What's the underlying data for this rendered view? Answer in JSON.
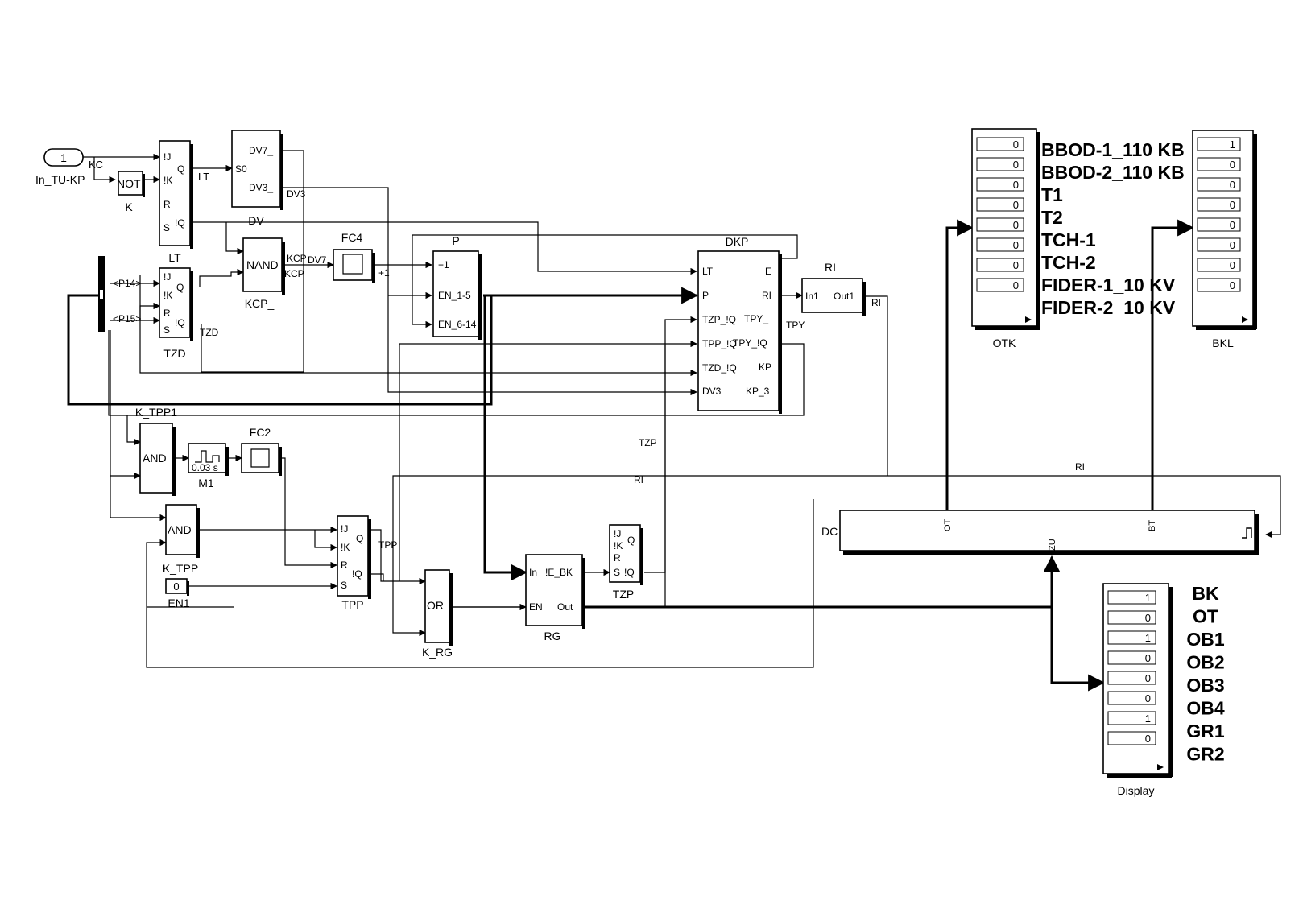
{
  "inport": {
    "number": "1",
    "label": "In_TU-KP"
  },
  "blocks": {
    "not": {
      "text": "NOT",
      "label": "K"
    },
    "lt": {
      "label": "LT",
      "ports_in": [
        "!J",
        "!K",
        "R",
        "S"
      ],
      "ports_out": [
        "Q",
        "!Q"
      ]
    },
    "tzd": {
      "label": "TZD",
      "ports_in": [
        "!J",
        "!K",
        "R",
        "S"
      ],
      "ports_out": [
        "Q",
        "!Q"
      ]
    },
    "dv": {
      "label": "DV",
      "ports_in": [
        "S0"
      ],
      "ports_out": [
        "DV7_",
        "DV3_"
      ]
    },
    "nand": {
      "text": "NAND",
      "label": "KCP_"
    },
    "fc4": {
      "label": "FC4"
    },
    "p": {
      "label": "P",
      "ports": [
        "+1",
        "EN_1-5",
        "EN_6-14"
      ]
    },
    "dkp": {
      "label": "DKP",
      "ports_in": [
        "LT",
        "P",
        "TZP_!Q",
        "TPP_!Q",
        "TZD_!Q",
        "DV3"
      ],
      "ports_out": [
        "E",
        "RI",
        "TPY_",
        "TPY_!Q",
        "KP",
        "KP_3"
      ]
    },
    "ri": {
      "label": "RI",
      "in": "In1",
      "out": "Out1"
    },
    "and1": {
      "text": "AND",
      "label": "K_TPP1"
    },
    "m1": {
      "text": "0.03 s",
      "label": "M1"
    },
    "fc2": {
      "label": "FC2"
    },
    "and2": {
      "text": "AND",
      "label": "K_TPP"
    },
    "en1": {
      "value": "0",
      "label": "EN1"
    },
    "tpp": {
      "label": "TPP",
      "ports_in": [
        "!J",
        "!K",
        "R",
        "S"
      ],
      "ports_out": [
        "Q",
        "!Q"
      ]
    },
    "or": {
      "text": "OR",
      "label": "K_RG"
    },
    "rg": {
      "label": "RG",
      "ports": [
        "In",
        "!E_BK",
        "EN",
        "Out"
      ]
    },
    "tzp": {
      "label": "TZP",
      "ports_in": [
        "!J",
        "!K",
        "R",
        "S"
      ],
      "ports_out": [
        "Q",
        "!Q"
      ]
    },
    "dc": {
      "label": "DC",
      "ports": [
        "OT",
        "BT",
        "ZU"
      ]
    }
  },
  "demux": {
    "ports": [
      "<P14>",
      "<P15>"
    ]
  },
  "signals": [
    "KC",
    "LT",
    "DV3",
    "KCP",
    "KCP",
    "DV7",
    "+1",
    "TZD",
    "TPP",
    "TPY",
    "RI",
    "TZP",
    "RI",
    "RI"
  ],
  "display_otk": {
    "label": "OTK",
    "values": [
      "0",
      "0",
      "0",
      "0",
      "0",
      "0",
      "0",
      "0"
    ],
    "row_labels": [
      "BBOD-1_110 KB",
      "BBOD-2_110 KB",
      "T1",
      "T2",
      "TCH-1",
      "TCH-2",
      "FIDER-1_10 KV",
      "FIDER-2_10 KV"
    ]
  },
  "display_bkl": {
    "label": "BKL",
    "values": [
      "1",
      "0",
      "0",
      "0",
      "0",
      "0",
      "0",
      "0"
    ]
  },
  "display_main": {
    "label": "Display",
    "values": [
      "1",
      "0",
      "1",
      "0",
      "0",
      "0",
      "1",
      "0"
    ],
    "row_labels": [
      "BK",
      "OT",
      "OB1",
      "OB2",
      "OB3",
      "OB4",
      "GR1",
      "GR2"
    ]
  }
}
